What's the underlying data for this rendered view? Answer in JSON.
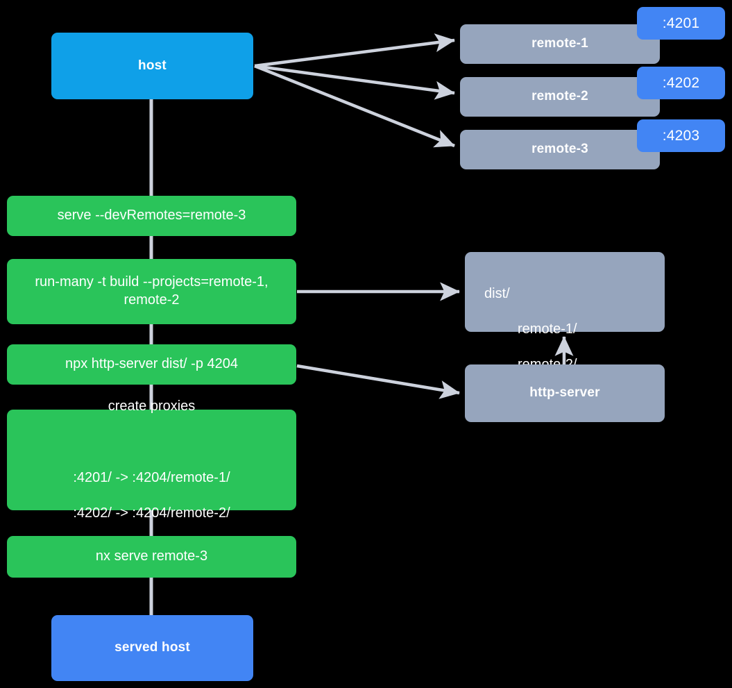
{
  "colors": {
    "background": "#000000",
    "host": "#0fa0e8",
    "served_host": "#4285f4",
    "command": "#2ac45a",
    "remote": "#96a5bd",
    "artifact": "#96a5bd",
    "badge": "#4285f4",
    "edge": "#cdd2dd",
    "text": "#ffffff"
  },
  "nodes": {
    "host": {
      "label": "host"
    },
    "served_host": {
      "label": "served host"
    },
    "remotes": [
      {
        "label": "remote-1",
        "port": ":4201"
      },
      {
        "label": "remote-2",
        "port": ":4202"
      },
      {
        "label": "remote-3",
        "port": ":4203"
      }
    ],
    "commands": [
      {
        "label": "serve --devRemotes=remote-3"
      },
      {
        "label": "run-many -t build --projects=remote-1, remote-2"
      },
      {
        "label": "npx http-server dist/ -p 4204"
      }
    ],
    "proxies": {
      "title": "create proxies",
      "mappings": [
        ":4201/ -> :4204/remote-1/",
        ":4202/ -> :4204/remote-2/"
      ]
    },
    "serve_remote": {
      "label": "nx serve remote-3"
    },
    "dist": {
      "root": "dist/",
      "children": [
        "remote-1/",
        "remote-2/"
      ]
    },
    "http_server": {
      "label": "http-server"
    }
  },
  "edges": [
    {
      "from": "host",
      "to": "remote-1",
      "type": "arrow"
    },
    {
      "from": "host",
      "to": "remote-2",
      "type": "arrow"
    },
    {
      "from": "host",
      "to": "remote-3",
      "type": "arrow"
    },
    {
      "from": "host",
      "to": "serve-devremotes",
      "type": "line"
    },
    {
      "from": "serve-devremotes",
      "to": "run-many",
      "type": "line"
    },
    {
      "from": "run-many",
      "to": "npx-http-server",
      "type": "line"
    },
    {
      "from": "run-many",
      "to": "dist",
      "type": "arrow"
    },
    {
      "from": "npx-http-server",
      "to": "create-proxies",
      "type": "line"
    },
    {
      "from": "npx-http-server",
      "to": "http-server",
      "type": "arrow"
    },
    {
      "from": "http-server",
      "to": "dist",
      "type": "arrow"
    },
    {
      "from": "create-proxies",
      "to": "nx-serve-remote-3",
      "type": "line"
    },
    {
      "from": "nx-serve-remote-3",
      "to": "served-host",
      "type": "line"
    }
  ]
}
